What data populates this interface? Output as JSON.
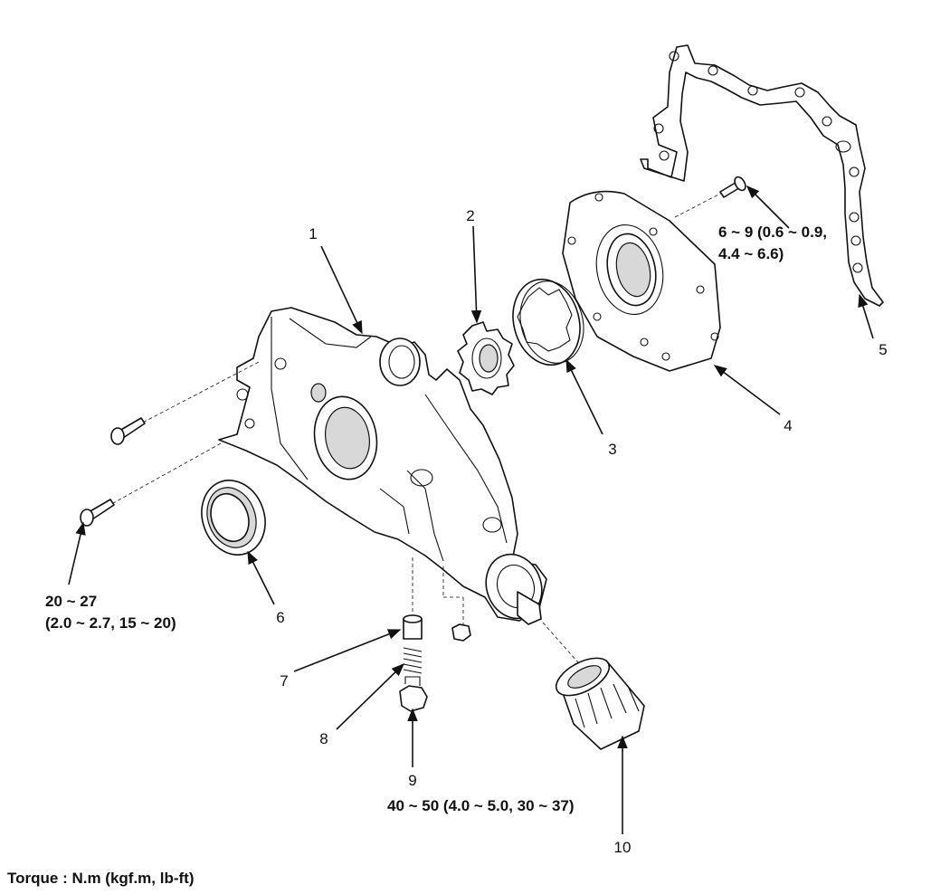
{
  "parts": [
    {
      "num": "1"
    },
    {
      "num": "2"
    },
    {
      "num": "3"
    },
    {
      "num": "4"
    },
    {
      "num": "5"
    },
    {
      "num": "6"
    },
    {
      "num": "7"
    },
    {
      "num": "8"
    },
    {
      "num": "9"
    },
    {
      "num": "10"
    }
  ],
  "torques": {
    "front_cover_bolt": [
      "20 ~ 27",
      "(2.0 ~ 2.7, 15 ~ 20)"
    ],
    "pump_cover_screw": [
      "6 ~ 9 (0.6 ~ 0.9,",
      "4.4 ~ 6.6)"
    ],
    "relief_plug": "40 ~ 50 (4.0 ~ 5.0, 30 ~ 37)"
  },
  "legend": "Torque :  N.m (kgf.m, lb-ft)"
}
